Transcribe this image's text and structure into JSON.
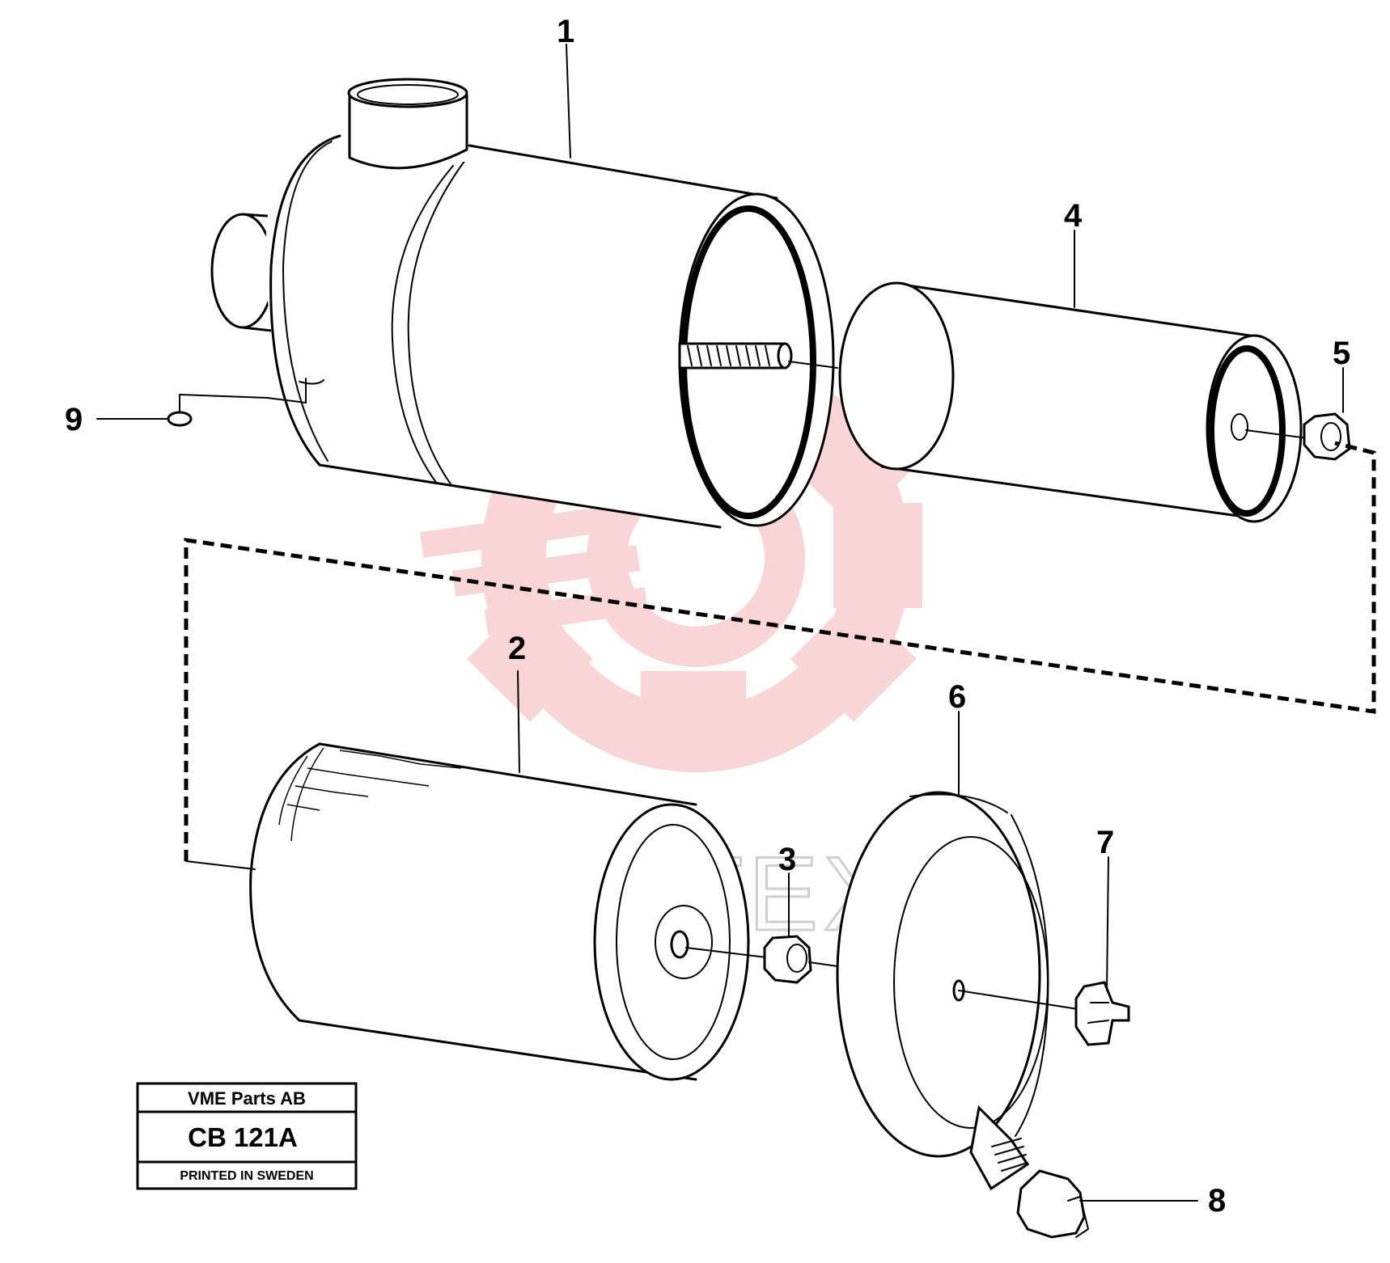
{
  "callouts": [
    {
      "id": "1",
      "label": "1"
    },
    {
      "id": "2",
      "label": "2"
    },
    {
      "id": "3",
      "label": "3"
    },
    {
      "id": "4",
      "label": "4"
    },
    {
      "id": "5",
      "label": "5"
    },
    {
      "id": "6",
      "label": "6"
    },
    {
      "id": "7",
      "label": "7"
    },
    {
      "id": "8",
      "label": "8"
    },
    {
      "id": "9",
      "label": "9"
    }
  ],
  "title_block": {
    "company": "VME Parts AB",
    "code": "CB 121A",
    "printed": "PRINTED IN SWEDEN"
  },
  "watermark": {
    "text": "ИНТЕХ",
    "color": "#f5b5b5"
  }
}
